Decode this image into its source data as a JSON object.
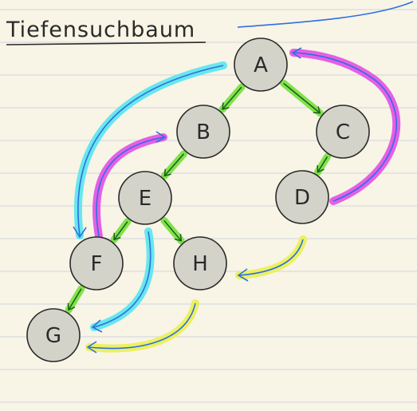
{
  "title": "Tiefensuchbaum",
  "colors": {
    "paper": "#f8f4e6",
    "ruled_line": "#cfd3df",
    "node_fill": "#d4d3ca",
    "node_stroke": "#2a2a2a",
    "tree_edge_highlight": "#7fe34a",
    "tree_edge_arrow": "#1f5a1f",
    "blue_pen": "#2f6fe0",
    "cyan_highlight": "#56e6ee",
    "magenta_highlight": "#e24fe6",
    "yellow_highlight": "#eaf05a"
  },
  "nodes": [
    {
      "id": "A",
      "label": "A"
    },
    {
      "id": "B",
      "label": "B"
    },
    {
      "id": "C",
      "label": "C"
    },
    {
      "id": "D",
      "label": "D"
    },
    {
      "id": "E",
      "label": "E"
    },
    {
      "id": "F",
      "label": "F"
    },
    {
      "id": "G",
      "label": "G"
    },
    {
      "id": "H",
      "label": "H"
    }
  ],
  "tree_edges": [
    {
      "from": "A",
      "to": "B"
    },
    {
      "from": "A",
      "to": "C"
    },
    {
      "from": "C",
      "to": "D"
    },
    {
      "from": "B",
      "to": "E"
    },
    {
      "from": "E",
      "to": "F"
    },
    {
      "from": "E",
      "to": "H"
    },
    {
      "from": "F",
      "to": "G"
    }
  ],
  "extra_edges": [
    {
      "from": "A",
      "to": "F",
      "highlight": "cyan"
    },
    {
      "from": "E",
      "to": "G",
      "highlight": "cyan"
    },
    {
      "from": "F",
      "to": "B",
      "highlight": "magenta"
    },
    {
      "from": "D",
      "to": "A",
      "highlight": "magenta"
    },
    {
      "from": "D",
      "to": "H",
      "highlight": "yellow"
    },
    {
      "from": "H",
      "to": "G",
      "highlight": "yellow"
    }
  ]
}
